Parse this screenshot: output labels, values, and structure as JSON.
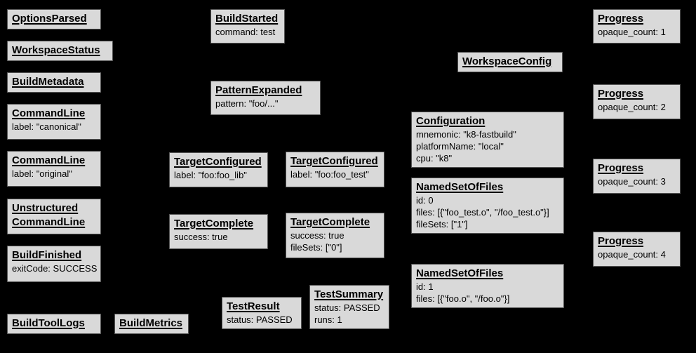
{
  "diagram": {
    "background_color": "#000000",
    "node_fill_color": "#d9d9d9",
    "node_border_color": "#555555",
    "node_text_color": "#000000"
  },
  "nodes": [
    {
      "title": "OptionsParsed",
      "attrs": []
    },
    {
      "title": "WorkspaceStatus",
      "attrs": []
    },
    {
      "title": "BuildMetadata",
      "attrs": []
    },
    {
      "title": "CommandLine",
      "attrs": [
        "label: \"canonical\""
      ]
    },
    {
      "title": "CommandLine",
      "attrs": [
        "label: \"original\""
      ]
    },
    {
      "title": "Unstructured CommandLine",
      "attrs": []
    },
    {
      "title": "BuildFinished",
      "attrs": [
        "exitCode: SUCCESS"
      ]
    },
    {
      "title": "BuildToolLogs",
      "attrs": []
    },
    {
      "title": "BuildMetrics",
      "attrs": []
    },
    {
      "title": "BuildStarted",
      "attrs": [
        "command: test"
      ]
    },
    {
      "title": "PatternExpanded",
      "attrs": [
        "pattern: \"foo/...\""
      ]
    },
    {
      "title": "TargetConfigured",
      "attrs": [
        "label: \"foo:foo_lib\""
      ]
    },
    {
      "title": "TargetConfigured",
      "attrs": [
        "label: \"foo:foo_test\""
      ]
    },
    {
      "title": "TargetComplete",
      "attrs": [
        "success: true"
      ]
    },
    {
      "title": "TargetComplete",
      "attrs": [
        "success: true",
        "fileSets: [\"0\"]"
      ]
    },
    {
      "title": "TestResult",
      "attrs": [
        "status: PASSED"
      ]
    },
    {
      "title": "TestSummary",
      "attrs": [
        "status: PASSED",
        "runs: 1"
      ]
    },
    {
      "title": "WorkspaceConfig",
      "attrs": []
    },
    {
      "title": "Configuration",
      "attrs": [
        "mnemonic: \"k8-fastbuild\"",
        "platformName: \"local\"",
        "cpu: \"k8\""
      ]
    },
    {
      "title": "NamedSetOfFiles",
      "attrs": [
        "id: 0",
        "files: [{\"foo_test.o\", \"/foo_test.o\"}]",
        "fileSets: [\"1\"]"
      ]
    },
    {
      "title": "NamedSetOfFiles",
      "attrs": [
        "id: 1",
        "files: [{\"foo.o\", \"/foo.o\"}]"
      ]
    },
    {
      "title": "Progress",
      "attrs": [
        "opaque_count: 1"
      ]
    },
    {
      "title": "Progress",
      "attrs": [
        "opaque_count: 2"
      ]
    },
    {
      "title": "Progress",
      "attrs": [
        "opaque_count: 3"
      ]
    },
    {
      "title": "Progress",
      "attrs": [
        "opaque_count: 4"
      ]
    }
  ]
}
